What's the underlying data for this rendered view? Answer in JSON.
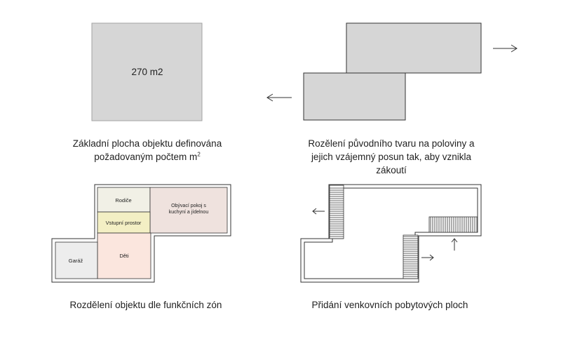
{
  "panel1": {
    "area_label": "270 m2",
    "caption_line1": "Základní plocha objektu definována",
    "caption_line2": "požadovaným počtem m",
    "caption_sup": "2"
  },
  "panel2": {
    "caption_line1": "Rozělení původního tvaru na poloviny a",
    "caption_line2": "jejich vzájemný posun tak, aby vznikla",
    "caption_line3": "zákoutí"
  },
  "panel3": {
    "rooms": {
      "parents": "Rodiče",
      "living_line1": "Obývací pokoj s",
      "living_line2": "kuchyní a jídelnou",
      "entrance": "Vstupní prostor",
      "children": "Děti",
      "garage": "Garáž"
    },
    "caption": "Rozdělení objektu dle funkčních zón"
  },
  "panel4": {
    "caption": "Přidání venkovních pobytových ploch"
  },
  "colors": {
    "block_fill": "#d6d6d6",
    "block_stroke": "#999999",
    "parents": "#f1f0e6",
    "living": "#efe2de",
    "entrance": "#f3efc4",
    "children": "#fbe6de",
    "garage": "#ededed"
  }
}
